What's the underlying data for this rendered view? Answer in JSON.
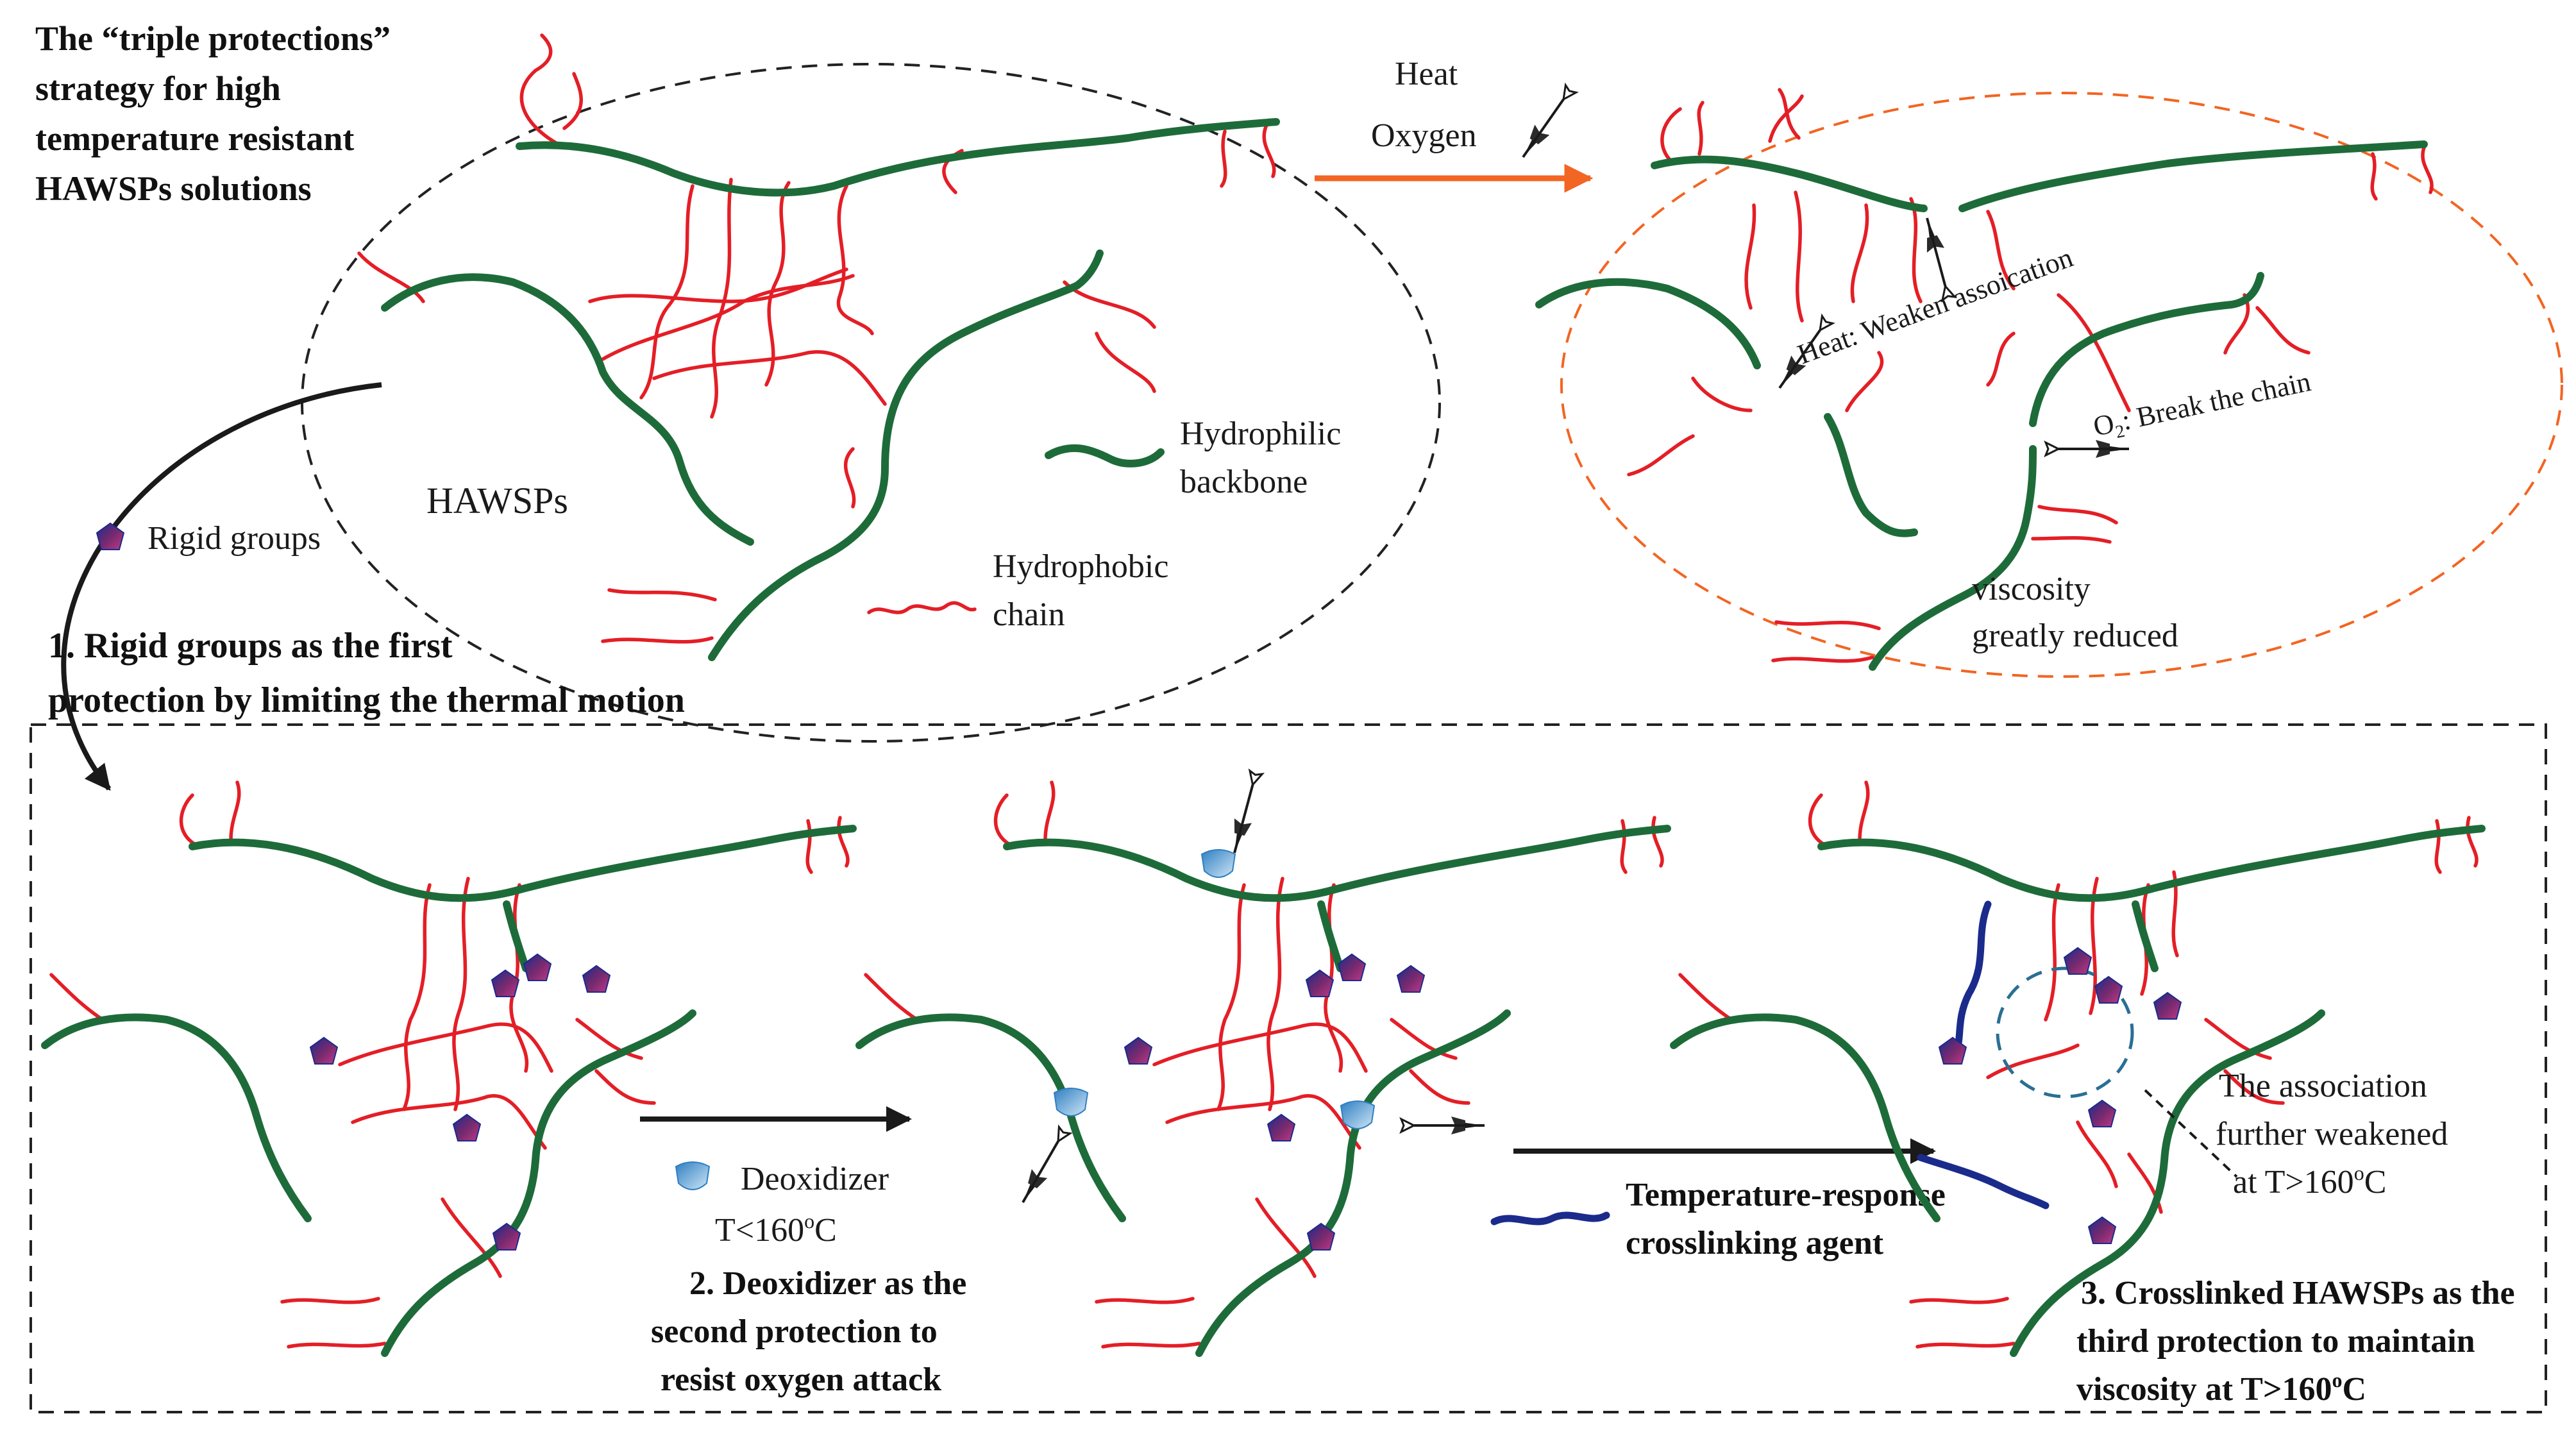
{
  "title": {
    "line1": "The “triple protections”",
    "line2": "strategy for high",
    "line3": "temperature resistant",
    "line4": "HAWSPs solutions"
  },
  "hawsps_label": "HAWSPs",
  "heat_label": "Heat",
  "oxygen_label": "Oxygen",
  "degraded_panel": {
    "heat_effect": "Heat: Weaken assoication",
    "o2_prefix": "O",
    "o2_sub": "2",
    "o2_effect": ": Break the chain",
    "viscosity_line1": "viscosity",
    "viscosity_line2": "greatly reduced"
  },
  "legend": {
    "backbone_line1": "Hydrophilic",
    "backbone_line2": "backbone",
    "chain_line1": "Hydrophobic",
    "chain_line2": "chain",
    "rigid": "Rigid groups",
    "deoxidizer": "Deoxidizer",
    "crosslinker_line1": "Temperature-response",
    "crosslinker_line2": "crosslinking agent"
  },
  "protections": {
    "first_line1": "1. Rigid groups as the first",
    "first_line2": "protection by limiting the thermal motion",
    "deox_temp_prefix": "T<160",
    "deox_temp_sup": "o",
    "deox_temp_suffix": "C",
    "second_line1": "2. Deoxidizer as the",
    "second_line2": "second protection to",
    "second_line3": "resist oxygen attack",
    "assoc_line1": "The association",
    "assoc_line2": "further weakened",
    "assoc_line3_prefix": "at  T>160",
    "assoc_line3_sup": "o",
    "assoc_line3_suffix": "C",
    "third_line1": "3. Crosslinked HAWSPs as the",
    "third_line2": "third protection to maintain",
    "third_line3_prefix": "viscosity at T>160",
    "third_line3_sup": "o",
    "third_line3_suffix": "C"
  },
  "colors": {
    "backbone": "#1e6b3a",
    "hydrophobic_chain": "#e41e26",
    "heat_arrow": "#f26522",
    "crosslinker": "#1b2b8c",
    "association_circle": "#2a6f94",
    "rigid_group_gradient": [
      "#1b2b8c",
      "#7a2a6e",
      "#c03a8a"
    ],
    "deoxidizer_gradient": [
      "#2f7fc1",
      "#cfe6f7"
    ]
  },
  "icons": [
    "rigid-group-pentagon-icon",
    "deoxidizer-shield-icon",
    "oxygen-arrow-icon"
  ]
}
